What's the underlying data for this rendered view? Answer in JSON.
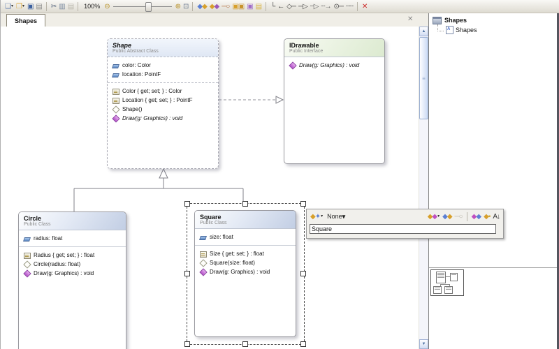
{
  "glyphs": {
    "dropdown": "▾",
    "tab_close": "✕",
    "scroll_up": "▲",
    "scroll_down": "▼",
    "thumb_grip": "≡"
  },
  "toolbar": {
    "items": [
      {
        "name": "new-file-button",
        "parts": [
          {
            "g": "❏",
            "c": "#5a7ab0"
          }
        ],
        "dd": true
      },
      {
        "name": "open-file-button",
        "parts": [
          {
            "g": "❒",
            "c": "#d9a73a"
          }
        ],
        "dd": true
      },
      {
        "name": "save-button",
        "parts": [
          {
            "g": "▣",
            "c": "#3a5f9e"
          }
        ]
      },
      {
        "name": "print-button",
        "parts": [
          {
            "g": "▤",
            "c": "#8a8a8a"
          }
        ]
      },
      {
        "type": "sep"
      },
      {
        "name": "cut-button",
        "parts": [
          {
            "g": "✂",
            "c": "#5a6a80"
          }
        ]
      },
      {
        "name": "copy-button",
        "parts": [
          {
            "g": "▥",
            "c": "#7a8aa0"
          }
        ]
      },
      {
        "name": "paste-button",
        "parts": [
          {
            "g": "▤",
            "c": "#aaaaaa"
          }
        ],
        "disabled": true
      },
      {
        "type": "sep"
      },
      {
        "type": "label",
        "name": "zoom-level",
        "text": "100%"
      },
      {
        "name": "zoom-out-button",
        "parts": [
          {
            "g": "⊖",
            "c": "#b8922a"
          }
        ]
      },
      {
        "type": "slider",
        "name": "zoom-slider"
      },
      {
        "name": "zoom-in-button",
        "parts": [
          {
            "g": "⊕",
            "c": "#b8922a"
          }
        ]
      },
      {
        "name": "zoom-fit-button",
        "parts": [
          {
            "g": "⊡",
            "c": "#6a7a90"
          }
        ]
      },
      {
        "type": "sep"
      },
      {
        "name": "new-class-icon",
        "parts": [
          {
            "g": "◆",
            "c": "#5b7fd4"
          },
          {
            "g": "◆",
            "c": "#d79f2a"
          }
        ]
      },
      {
        "name": "new-interface-icon",
        "parts": [
          {
            "g": "◆",
            "c": "#d79f2a"
          },
          {
            "g": "◆",
            "c": "#9b59b6"
          }
        ]
      },
      {
        "name": "lollipop-icon",
        "parts": [
          {
            "g": "─○",
            "c": "#b06a3a"
          }
        ]
      },
      {
        "name": "association-class-icon",
        "parts": [
          {
            "g": "▣",
            "c": "#d79f2a"
          },
          {
            "g": "▣",
            "c": "#c8922a"
          }
        ]
      },
      {
        "name": "comment-icon",
        "parts": [
          {
            "g": "▣",
            "c": "#a06bc8"
          }
        ]
      },
      {
        "name": "note-icon",
        "parts": [
          {
            "g": "▤",
            "c": "#d8b440"
          }
        ]
      },
      {
        "type": "sep"
      },
      {
        "name": "connector-icon",
        "parts": [
          {
            "g": "└",
            "c": "#444444"
          }
        ]
      },
      {
        "name": "inheritance-icon",
        "parts": [
          {
            "g": "←",
            "c": "#222222"
          }
        ]
      },
      {
        "name": "association-icon",
        "parts": [
          {
            "g": "◇─",
            "c": "#444444"
          }
        ]
      },
      {
        "name": "open-arrow-icon",
        "parts": [
          {
            "g": "─▷",
            "c": "#444444"
          }
        ]
      },
      {
        "name": "dashed-open-arrow-icon",
        "parts": [
          {
            "g": "╌▷",
            "c": "#666666"
          }
        ]
      },
      {
        "name": "dashed-arrow-icon",
        "parts": [
          {
            "g": "╌→",
            "c": "#666666"
          }
        ]
      },
      {
        "name": "lollipop-connector-icon",
        "parts": [
          {
            "g": "⊙─",
            "c": "#444444"
          }
        ]
      },
      {
        "name": "dashed-line-icon",
        "parts": [
          {
            "g": "╌╌",
            "c": "#666666"
          }
        ]
      },
      {
        "type": "sep"
      },
      {
        "name": "delete-button",
        "parts": [
          {
            "g": "✕",
            "c": "#cc2a2a"
          }
        ]
      }
    ]
  },
  "tabs": {
    "active": "Shapes"
  },
  "diagram": {
    "classes": [
      {
        "name": "Shape",
        "stereotype": "Public Abstract Class",
        "sections": [
          {
            "rows": [
              {
                "icon": "field",
                "label": "color: Color"
              },
              {
                "icon": "field",
                "label": "location: PointF"
              }
            ]
          },
          {
            "rows": [
              {
                "icon": "property",
                "label": "Color { get; set; } : Color"
              },
              {
                "icon": "property",
                "label": "Location { get; set; } : PointF"
              },
              {
                "icon": "ctor",
                "label": "Shape()"
              },
              {
                "icon": "method",
                "label": "Draw(g: Graphics) : void",
                "italic": true
              }
            ]
          }
        ]
      },
      {
        "name": "IDrawable",
        "stereotype": "Public Interface",
        "sections": [
          {
            "rows": [
              {
                "icon": "method",
                "label": "Draw(g: Graphics) : void",
                "italic": true
              }
            ]
          }
        ]
      },
      {
        "name": "Circle",
        "stereotype": "Public Class",
        "sections": [
          {
            "rows": [
              {
                "icon": "field",
                "label": "radius: float"
              }
            ]
          },
          {
            "rows": [
              {
                "icon": "property",
                "label": "Radius { get; set; } : float"
              },
              {
                "icon": "ctor",
                "label": "Circle(radius: float)"
              },
              {
                "icon": "method",
                "label": "Draw(g: Graphics) : void"
              }
            ]
          }
        ]
      },
      {
        "name": "Square",
        "stereotype": "Public Class",
        "sections": [
          {
            "rows": [
              {
                "icon": "field",
                "label": "size: float"
              }
            ]
          },
          {
            "rows": [
              {
                "icon": "property",
                "label": "Size { get; set; } : float"
              },
              {
                "icon": "ctor",
                "label": "Square(size: float)"
              },
              {
                "icon": "method",
                "label": "Draw(g: Graphics) : void"
              }
            ]
          }
        ]
      }
    ]
  },
  "floating_toolbar": {
    "input_value": "Square",
    "items": [
      {
        "name": "new-member-icon",
        "parts": [
          {
            "g": "◆",
            "c": "#d79f2a"
          },
          {
            "g": "✦",
            "c": "#5b7fd4"
          }
        ],
        "dd": true
      },
      {
        "type": "label",
        "name": "member-format-select",
        "text": "None",
        "dd": true,
        "interactable": true
      },
      {
        "type": "spacer"
      },
      {
        "name": "add-member-icon",
        "parts": [
          {
            "g": "◆",
            "c": "#d79f2a"
          },
          {
            "g": "◆",
            "c": "#c050c0"
          }
        ],
        "dd": true
      },
      {
        "name": "refresh-members-icon",
        "parts": [
          {
            "g": "◆",
            "c": "#5b7fd4"
          },
          {
            "g": "◆",
            "c": "#d79f2a"
          }
        ]
      },
      {
        "name": "key-icon",
        "parts": [
          {
            "g": "─○",
            "c": "#aaaaaa"
          }
        ],
        "disabled": true
      },
      {
        "type": "sep"
      },
      {
        "name": "member-visibility-icon",
        "parts": [
          {
            "g": "◆",
            "c": "#c050c0"
          },
          {
            "g": "◆",
            "c": "#5b7fd4"
          }
        ]
      },
      {
        "name": "member-access-icon",
        "parts": [
          {
            "g": "◆",
            "c": "#d79f2a"
          },
          {
            "g": "▪",
            "c": "#caa53a"
          }
        ]
      },
      {
        "name": "sort-alphabetical-icon",
        "parts": [
          {
            "g": "A",
            "c": "#333333"
          },
          {
            "g": "↓",
            "c": "#333333"
          }
        ]
      }
    ]
  },
  "explorer": {
    "root_label": "Shapes",
    "child_label": "Shapes"
  }
}
